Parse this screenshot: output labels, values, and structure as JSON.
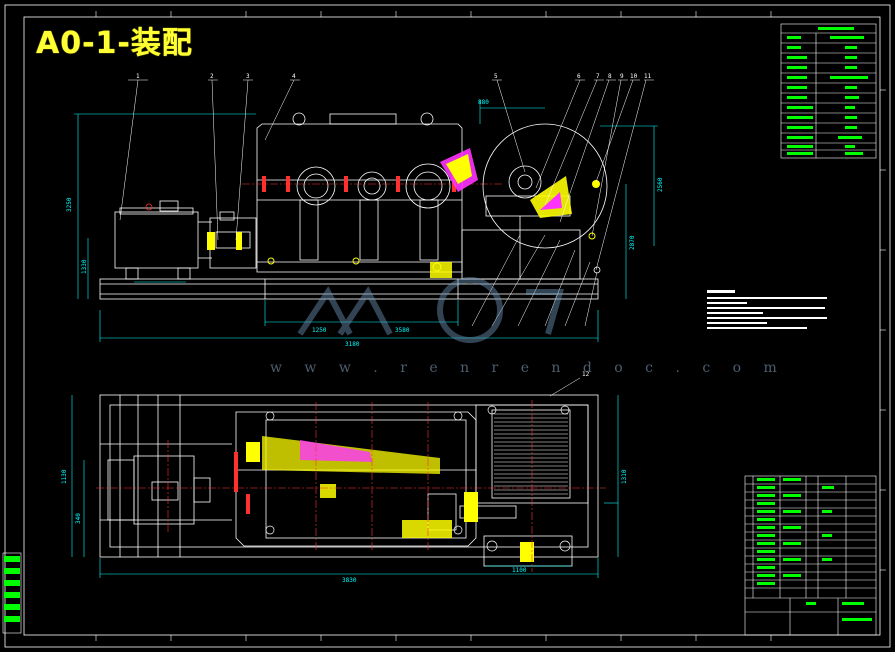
{
  "drawing": {
    "title": "A0-1-装配",
    "watermark": "w w w . r e n r e n d o c . c o m",
    "part_numbers": [
      "1",
      "2",
      "3",
      "4",
      "5",
      "6",
      "7",
      "8",
      "9",
      "10",
      "11"
    ],
    "part_number_bottom": "12",
    "dimensions_front": {
      "d1": "3250",
      "d2": "3180",
      "d3": "1330",
      "d4": "3580",
      "d5": "880",
      "d6": "2560",
      "d7": "1250",
      "d8": "2870"
    },
    "dimensions_plan": {
      "d1": "1130",
      "d2": "340",
      "d3": "3830",
      "d4": "1310",
      "d5": "1100"
    }
  },
  "colors": {
    "background": "#000000",
    "frame": "#ffffff",
    "outline": "#ffffff",
    "dimension": "#00ffff",
    "centerline": "#ff3030",
    "hatch": "#ffff00",
    "green": "#00ff00",
    "magenta": "#ff33ff"
  }
}
